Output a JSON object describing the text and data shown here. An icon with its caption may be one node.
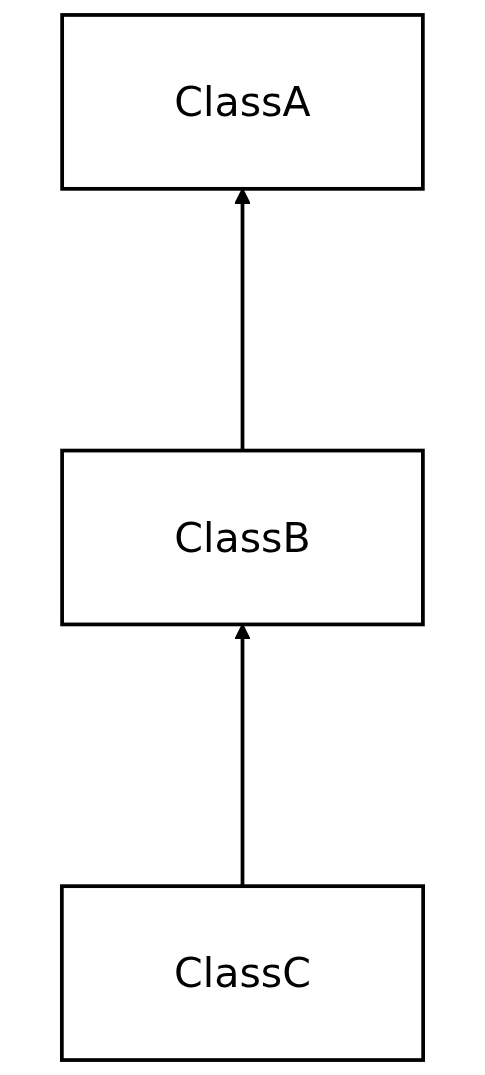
{
  "diagram": {
    "nodes": [
      {
        "text": [
          "ClassA"
        ]
      },
      {
        "text": [
          "ClassB"
        ]
      },
      {
        "text": [
          "ClassC"
        ]
      }
    ],
    "edges": [
      {
        "from": 1,
        "to": 0,
        "arrow": "to"
      },
      {
        "from": 2,
        "to": 1,
        "arrow": "to"
      }
    ]
  }
}
